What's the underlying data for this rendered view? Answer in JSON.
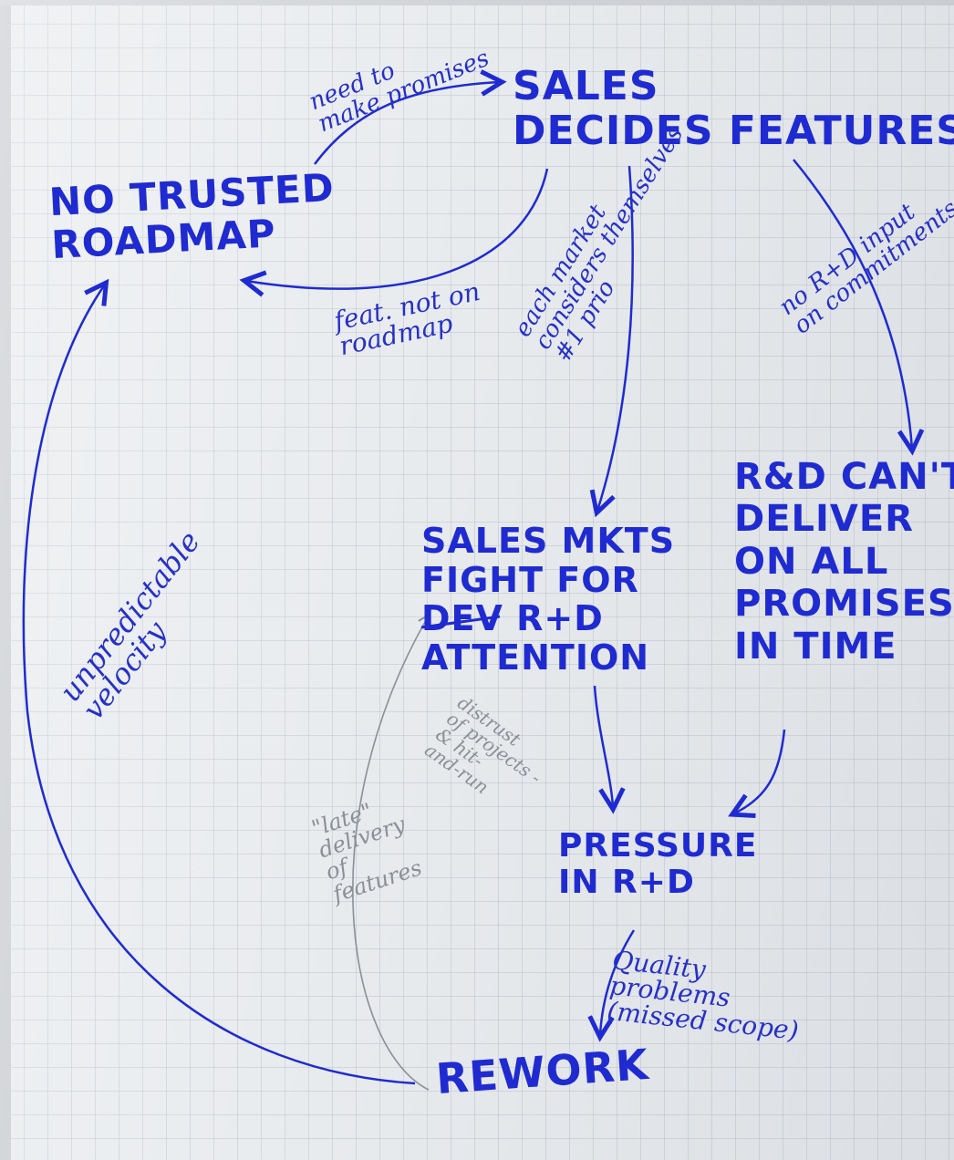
{
  "nodes": {
    "sales_decides": "SALES\nDECIDES FEATURES",
    "no_roadmap": "NO TRUSTED\nROADMAP",
    "sales_mkts": "SALES MKTS\nFIGHT FOR\nDEV R+D\nATTENTION",
    "rd_cant": "R&D CAN'T\nDELIVER\nON ALL\nPROMISES\nIN TIME",
    "pressure": "PRESSURE\nIN R+D",
    "rework": "REWORK"
  },
  "edges": {
    "need_promises": "need to\nmake promises",
    "feat_not_roadmap": "feat. not on\nroadmap",
    "each_market": "each market\nconsiders themselves\n#1 prio",
    "no_rd_input": "no R+D input\non commitments",
    "distrust": "distrust\nof projects -\n& hit-\nand-run",
    "quality": "Quality\nproblems\n(missed scope)",
    "late_delivery": "\"late\"\ndelivery\nof\nfeatures",
    "unpredictable": "unpredictable\nvelocity"
  },
  "colors": {
    "ink": "#1f2bd0",
    "pencil": "#8a8f98",
    "paper": "#e8ebee"
  }
}
